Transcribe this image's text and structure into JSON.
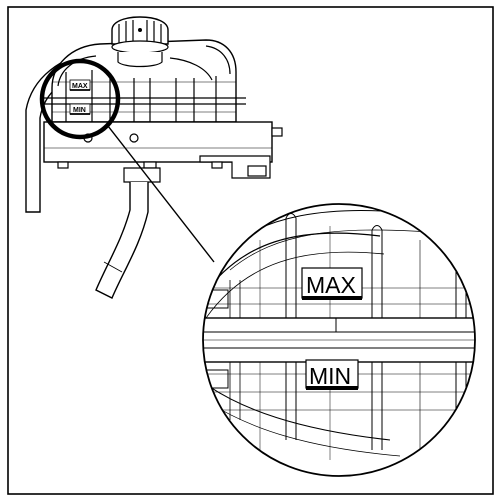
{
  "diagram": {
    "labels": {
      "max_small": "MAX",
      "min_small": "MIN",
      "max_large": "MAX",
      "min_large": "MIN"
    }
  }
}
